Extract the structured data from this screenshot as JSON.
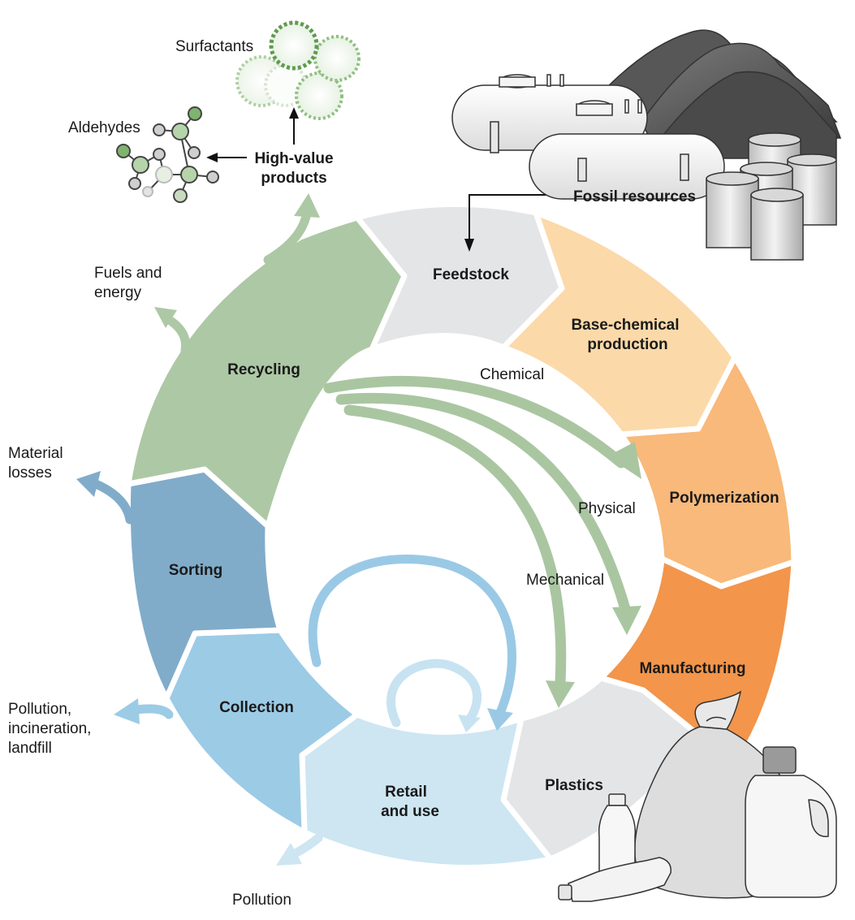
{
  "segments": {
    "feedstock": "Feedstock",
    "base_chemical": [
      "Base-chemical",
      "production"
    ],
    "polymerization": "Polymerization",
    "manufacturing": "Manufacturing",
    "plastics": "Plastics",
    "retail": [
      "Retail",
      "and use"
    ],
    "collection": "Collection",
    "sorting": "Sorting",
    "recycling": "Recycling"
  },
  "recycling_routes": {
    "chemical": "Chemical",
    "physical": "Physical",
    "mechanical": "Mechanical"
  },
  "outputs": {
    "fossil_resources": "Fossil resources",
    "high_value": [
      "High-value",
      "products"
    ],
    "surfactants": "Surfactants",
    "aldehydes": "Aldehydes",
    "fuels": [
      "Fuels and",
      "energy"
    ],
    "material_losses": [
      "Material",
      "losses"
    ],
    "pollution_incineration": [
      "Pollution,",
      "incineration,",
      "landfill"
    ],
    "pollution": "Pollution"
  },
  "colors": {
    "feedstock": "#e4e5e7",
    "base_chemical": "#fcd9a9",
    "polymerization": "#f8b97a",
    "manufacturing": "#f3954a",
    "plastics": "#e4e5e7",
    "retail": "#cde6f2",
    "collection": "#9ccbe6",
    "sorting": "#80acca",
    "recycling": "#adc8a5",
    "recycling_arrow": "#a9c6a1",
    "loop_arrow": "#9ac9e6",
    "loop_arrow_light": "#c7e3f1"
  }
}
